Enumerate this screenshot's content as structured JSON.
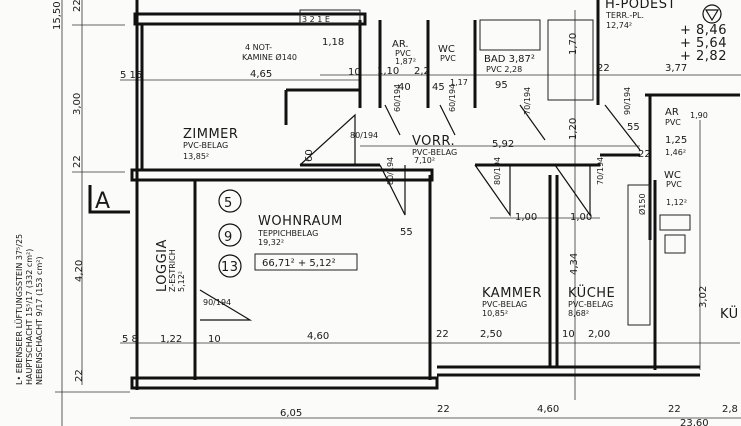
{
  "plan": {
    "section_marker": "A",
    "legend": {
      "line1": "L• EBENSEER LÜFTUNGSSTEIN 37⁵/25",
      "line2": "HAUPTSCHACHT 15⁵/17 (332 cm²)",
      "line3": "NEBENSCHACHT 9/17 (153 cm²)"
    },
    "chimney": {
      "label1": "4 NOT-",
      "label2": "KAMINE Ø140",
      "numbers": "3 2 1 E",
      "dim": "1,18"
    },
    "rooms": {
      "zimmer": {
        "name": "ZIMMER",
        "floor": "PVC-BELAG",
        "area": "13,85²"
      },
      "wohnraum": {
        "name": "WOHNRAUM",
        "floor": "TEPPICHBELAG",
        "area": "19,32²",
        "total": "66,71² + 5,12²"
      },
      "loggia": {
        "name": "LOGGIA",
        "floor": "Z-ESTRICH",
        "area": "5,12²"
      },
      "vorr": {
        "name": "VORR.",
        "floor": "PVC-BELAG",
        "area": "7,10²"
      },
      "bad": {
        "name": "BAD 3,87²",
        "floor": "PVC 2,28"
      },
      "ar1": {
        "name": "AR.",
        "floor": "PVC",
        "area": "1,87²"
      },
      "wc1": {
        "name": "WC",
        "floor": "PVC"
      },
      "kammer": {
        "name": "KAMMER",
        "floor": "PVC-BELAG",
        "area": "10,85²"
      },
      "kueche": {
        "name": "KÜCHE",
        "floor": "PVC-BELAG",
        "area": "8,68²"
      },
      "podest": {
        "name": "H-PODEST",
        "floor": "TERR.-PL.",
        "area": "12,74²"
      },
      "ar2": {
        "name": "AR",
        "floor": "PVC",
        "area": "1,46²"
      },
      "wc2": {
        "name": "WC",
        "floor": "PVC",
        "area": "1,12²"
      },
      "kueche2": {
        "name": "KÜ"
      }
    },
    "apartment_circles": [
      "5",
      "9",
      "13"
    ],
    "levels": [
      "+ 8,46",
      "+ 5,64",
      "+ 2,82"
    ],
    "dimensions": {
      "d1550": "15,50",
      "d300": "3,00",
      "d420": "4,20",
      "d22a": "22",
      "d22b": "22",
      "d22c": "22",
      "d515": "5 15",
      "d465": "4,65",
      "d10a": "10",
      "d60": "60",
      "door1": "80/194",
      "door2": "80/194",
      "door3": "90/194",
      "door4": "80/194",
      "door5": "70/194",
      "door6": "60/194",
      "door7": "60/194",
      "door8": "70/194",
      "door9": "90/194",
      "d110": "1,10",
      "d22d": "2,2",
      "d40": "40",
      "d45": "45",
      "d117": "1,17",
      "d95": "95",
      "d170": "1,70",
      "d22e": "22",
      "d377": "3,77",
      "d592": "5,92",
      "d120": "1,20",
      "d55a": "55",
      "d22f": "22",
      "d125": "1,25",
      "d190": "1,90",
      "d100a": "1,00",
      "d100b": "1,00",
      "d55b": "55",
      "d150": "Ø150",
      "d434": "4,34",
      "d58": "5 8",
      "d122": "1,22",
      "d10b": "10",
      "d460a": "4,60",
      "d22g": "22",
      "d250": "2,50",
      "d10c": "10",
      "d200": "2,00",
      "d302": "3,02",
      "d605": "6,05",
      "d22h": "22",
      "d460b": "4,60",
      "d22i": "22",
      "d28": "2,8",
      "d2360": "23,60"
    },
    "colors": {
      "ink": "#111111",
      "paper": "#fbfbfa"
    }
  }
}
